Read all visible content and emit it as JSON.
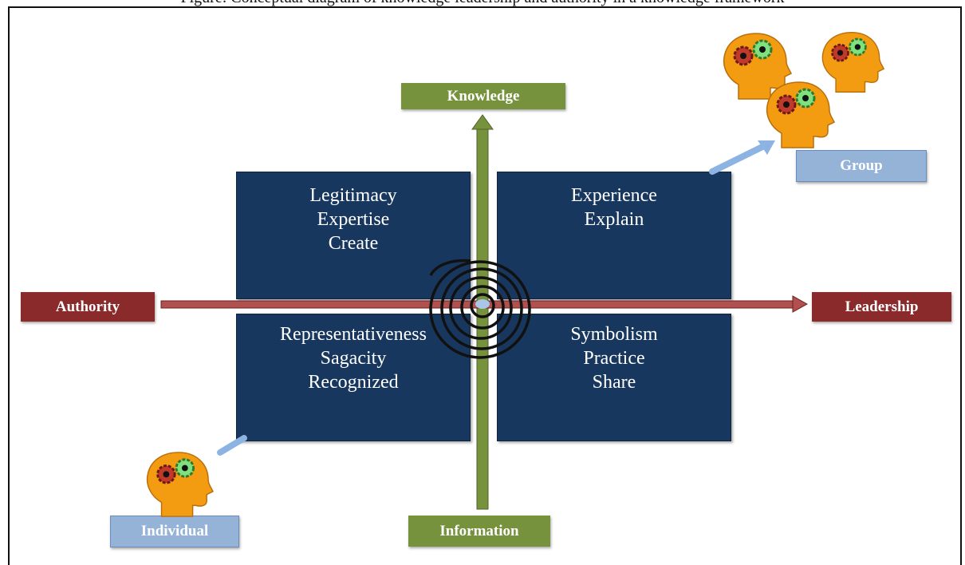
{
  "caption": "Figure: Conceptual diagram of knowledge leadership and authority in a knowledge framework",
  "axes": {
    "top": "Knowledge",
    "bottom": "Information",
    "left": "Authority",
    "right": "Leadership"
  },
  "quadrants": {
    "top_left": [
      "Legitimacy",
      "Expertise",
      "Create"
    ],
    "top_right": [
      "Experience",
      "Explain"
    ],
    "bottom_left": [
      "Representativeness",
      "Sagacity",
      "Recognized"
    ],
    "bottom_right": [
      "Symbolism",
      "Practice",
      "Share"
    ]
  },
  "endpoints": {
    "individual": "Individual",
    "group": "Group"
  },
  "colors": {
    "quadrant": "#18375e",
    "red_label": "#8b2a2a",
    "green_axis": "#76923c",
    "blue_label": "#95b3d7",
    "head": "#f39c12"
  },
  "icons": [
    "head-icon",
    "gear-icon",
    "spiral-icon",
    "arrow-icon"
  ]
}
